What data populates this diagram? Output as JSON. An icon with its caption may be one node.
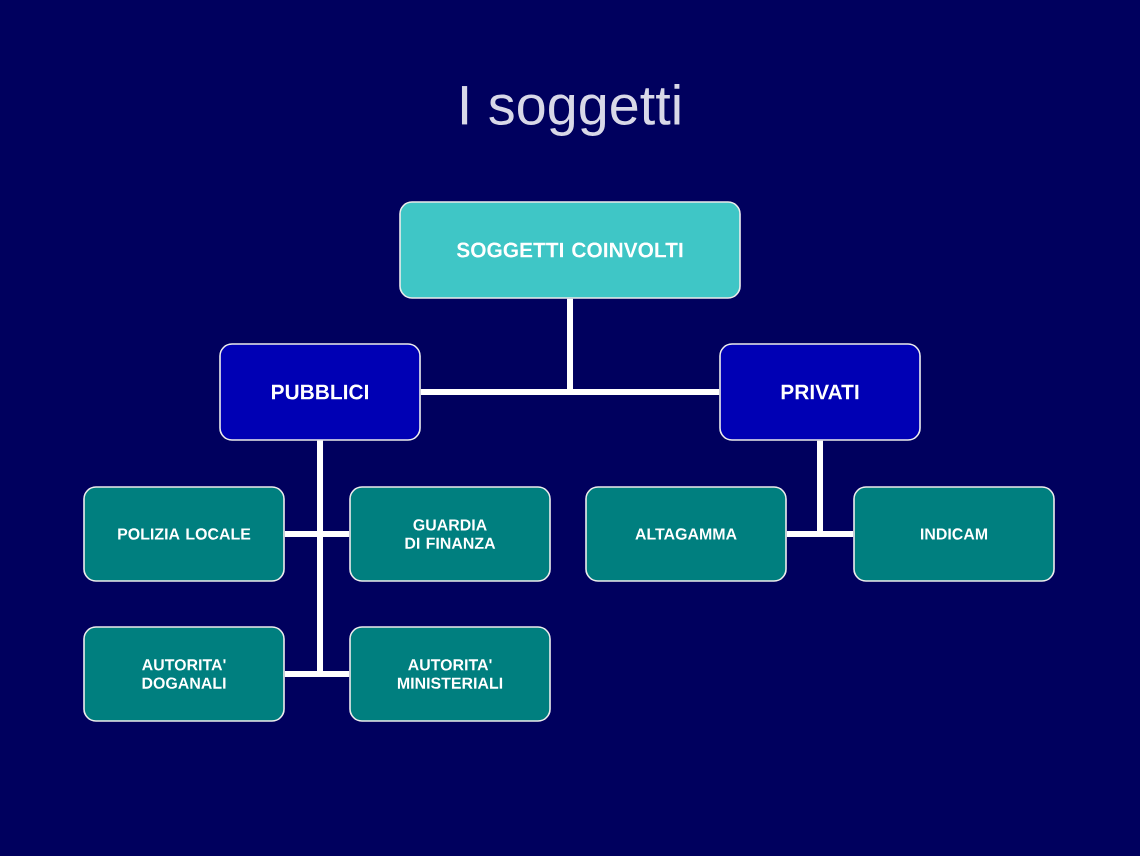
{
  "diagram": {
    "title": "I soggetti",
    "nodes": [
      {
        "text": [
          "SOGGETTI COINVOLTI"
        ]
      },
      {
        "text": [
          "PUBBLICI"
        ]
      },
      {
        "text": [
          "PRIVATI"
        ]
      },
      {
        "text": [
          "POLIZIA LOCALE"
        ]
      },
      {
        "text": [
          "GUARDIA DI FINANZA"
        ]
      },
      {
        "text": [
          "AUTORITA' DOGANALI"
        ]
      },
      {
        "text": [
          "AUTORITA' MINISTERIALI"
        ]
      },
      {
        "text": [
          "ALTAGAMMA"
        ]
      },
      {
        "text": [
          "INDICAM"
        ]
      }
    ],
    "edges": [
      {
        "from": 0,
        "to": 1,
        "arrow": "none"
      },
      {
        "from": 0,
        "to": 2,
        "arrow": "none"
      },
      {
        "from": 1,
        "to": 3,
        "arrow": "none"
      },
      {
        "from": 1,
        "to": 4,
        "arrow": "none"
      },
      {
        "from": 1,
        "to": 5,
        "arrow": "none"
      },
      {
        "from": 1,
        "to": 6,
        "arrow": "none"
      },
      {
        "from": 2,
        "to": 7,
        "arrow": "none"
      },
      {
        "from": 2,
        "to": 8,
        "arrow": "none"
      }
    ]
  }
}
